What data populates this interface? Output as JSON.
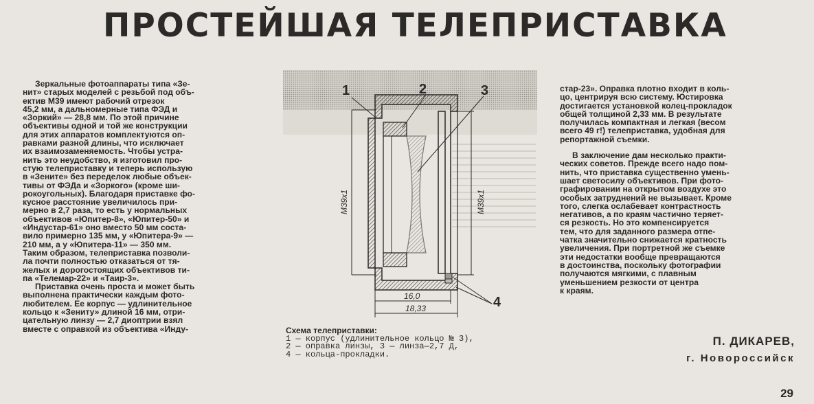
{
  "title": "ПРОСТЕЙШАЯ ТЕЛЕПРИСТАВКА",
  "article": {
    "column1": {
      "para1_lines": [
        "Зеркальные фотоаппараты типа «Зе-",
        "нит» старых моделей с резьбой под объ-",
        "ектив М39 имеют рабочий отрезок",
        "45,2 мм, а дальномерные типа ФЭД и",
        "«Зоркий» — 28,8 мм. По этой причине",
        "объективы одной и той же конструкции",
        "для этих аппаратов комплектуются оп-",
        "равками разной длины, что исключает",
        "их взаимозаменяемость. Чтобы устра-",
        "нить это неудобство, я изготовил про-",
        "стую телеприставку и теперь использую",
        "в «Зените» без переделок любые объек-",
        "тивы от ФЭДа и «Зоркого» (кроме ши-",
        "рокоугольных). Благодаря приставке фо-",
        "кусное расстояние увеличилось при-",
        "мерно в 2,7 раза, то есть у нормальных",
        "объективов «Юпитер-8», «Юпитер-50» и",
        "«Индустар-61» оно вместо 50 мм соста-",
        "вило примерно 135 мм, у «Юпитера-9» —",
        "210 мм, а у «Юпитера-11» — 350 мм.",
        "Таким образом, телеприставка позволи-",
        "ла почти полностью отказаться от тя-",
        "желых и дорогостоящих объективов ти-",
        "па «Телемар-22» и «Таир-3»."
      ],
      "para2_lines": [
        "Приставка очень проста и может быть",
        "выполнена практически каждым фото-",
        "любителем. Ее корпус — удлинительное",
        "кольцо к «Зениту» длиной 16 мм, отри-",
        "цательную линзу — 2,7 диоптрии взял",
        "вместе с оправкой из объектива «Инду-"
      ]
    },
    "column3": {
      "para1_lines": [
        "стар-23». Оправка плотно входит в коль-",
        "цо, центрируя всю систему. Юстировка",
        "достигается установкой колец-прокладок",
        "общей толщиной 2,33 мм. В результате",
        "получилась компактная и легкая (весом",
        "всего 49 г!) телеприставка, удобная для",
        "репортажной съемки."
      ],
      "para2_lines": [
        "В заключение дам несколько практи-",
        "ческих советов. Прежде всего надо пом-",
        "нить, что приставка существенно умень-",
        "шает светосилу объективов. При фото-",
        "графировании на открытом воздухе это",
        "особых затруднений не вызывает. Кроме",
        "того, слегка ослабевает контрастность",
        "негативов, а по краям частично теряет-",
        "ся резкость. Но это компенсируется",
        "тем, что для заданного размера отпе-",
        "чатка значительно снижается кратность",
        "увеличения. При портретной же съемке",
        "эти недостатки вообще превращаются",
        "в достоинства, поскольку фотографии",
        "получаются мягкими, с плавным",
        "уменьшением резкости от центра",
        "к краям."
      ]
    }
  },
  "diagram": {
    "callouts": [
      "1",
      "2",
      "3",
      "4"
    ],
    "thread_label_left": "М39х1",
    "thread_label_right": "М39х1",
    "dim_inner": "16,0",
    "dim_outer": "18,33"
  },
  "caption": {
    "title": "Схема телеприставки:",
    "lines": [
      "1 — корпус (удлинительное кольцо № 3),",
      "2 — оправка линзы, 3 — линза—2,7 Д,",
      "4 — кольца-прокладки."
    ]
  },
  "author": {
    "name": "П. ДИКАРЕВ,",
    "city": "г. Новороссийск"
  },
  "page_number": "29"
}
